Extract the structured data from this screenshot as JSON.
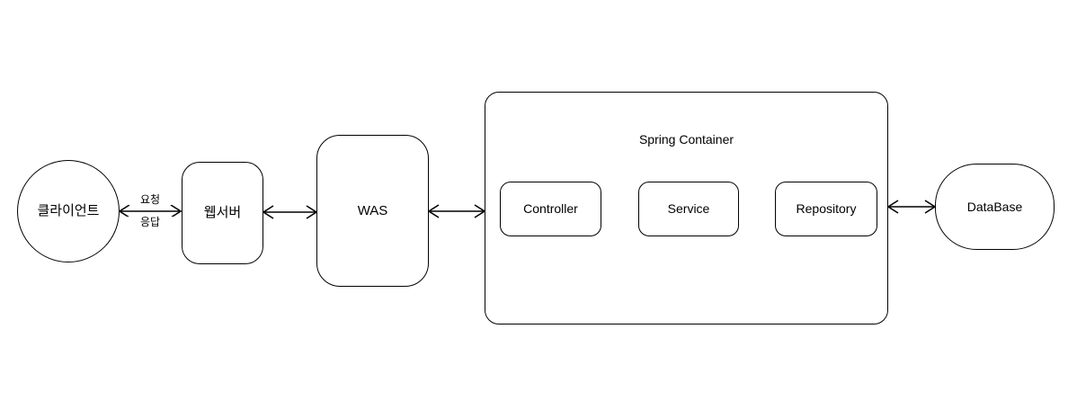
{
  "nodes": {
    "client": {
      "label": "클라이언트"
    },
    "web_server": {
      "label": "웹서버"
    },
    "was": {
      "label": "WAS"
    },
    "spring_container": {
      "label": "Spring Container"
    },
    "controller": {
      "label": "Controller"
    },
    "service": {
      "label": "Service"
    },
    "repository": {
      "label": "Repository"
    },
    "database": {
      "label": "DataBase"
    }
  },
  "edges": {
    "client_web_server": {
      "request_label": "요청",
      "response_label": "응답"
    }
  },
  "colors": {
    "stroke": "#000000",
    "background": "#ffffff"
  }
}
